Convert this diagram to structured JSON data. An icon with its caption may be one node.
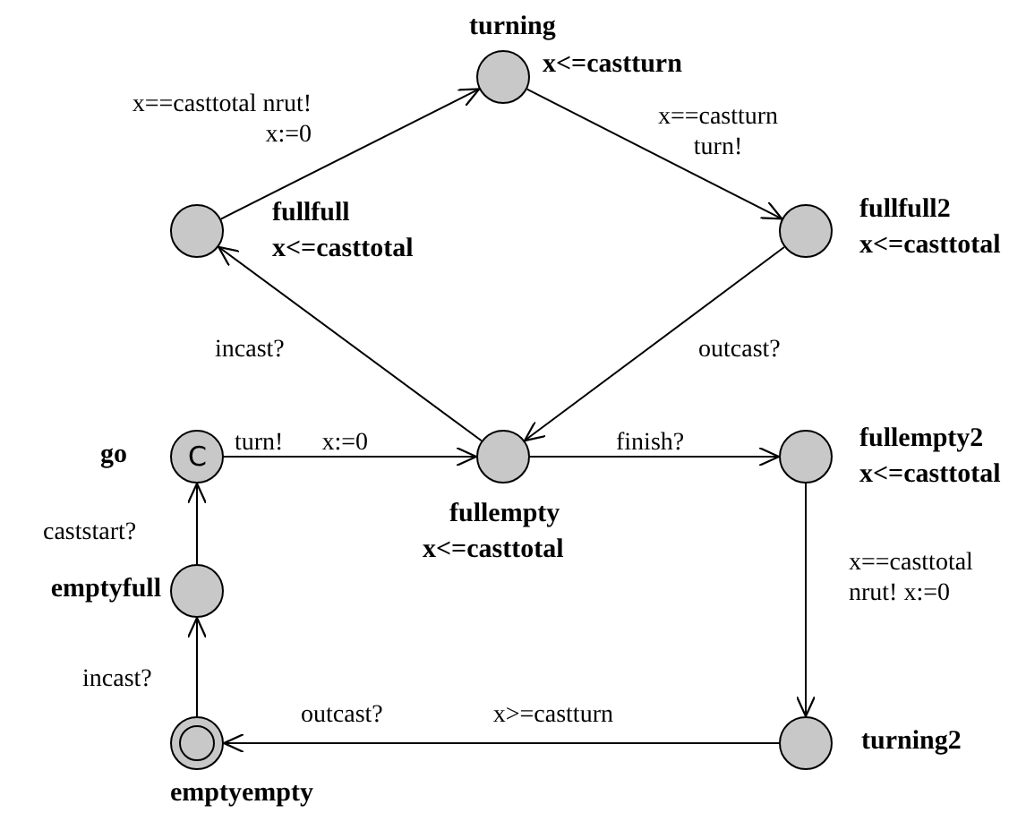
{
  "diagram": {
    "nodes": [
      {
        "text": [
          "turning",
          "x<=castturn"
        ]
      },
      {
        "text": [
          "fullfull",
          "x<=casttotal"
        ]
      },
      {
        "text": [
          "fullfull2",
          "x<=casttotal"
        ]
      },
      {
        "text": [
          "go"
        ]
      },
      {
        "text": [
          "fullempty",
          "x<=casttotal"
        ]
      },
      {
        "text": [
          "fullempty2",
          "x<=casttotal"
        ]
      },
      {
        "text": [
          "emptyfull"
        ]
      },
      {
        "text": [
          "emptyempty"
        ]
      },
      {
        "text": [
          "turning2"
        ]
      }
    ],
    "edges": [
      {
        "from": 1,
        "to": 0,
        "arrow": "to",
        "label": "x==casttotal nrut! x:=0"
      },
      {
        "from": 0,
        "to": 2,
        "arrow": "to",
        "label": "x==castturn turn!"
      },
      {
        "from": 4,
        "to": 1,
        "arrow": "to",
        "label": "incast?"
      },
      {
        "from": 2,
        "to": 4,
        "arrow": "to",
        "label": "outcast?"
      },
      {
        "from": 3,
        "to": 4,
        "arrow": "to",
        "label": "turn! x:=0"
      },
      {
        "from": 4,
        "to": 5,
        "arrow": "to",
        "label": "finish?"
      },
      {
        "from": 5,
        "to": 8,
        "arrow": "to",
        "label": "x==casttotal nrut! x:=0"
      },
      {
        "from": 8,
        "to": 7,
        "arrow": "to",
        "label": "outcast? x>=castturn"
      },
      {
        "from": 7,
        "to": 6,
        "arrow": "to",
        "label": "incast?"
      },
      {
        "from": 6,
        "to": 3,
        "arrow": "to",
        "label": "caststart?"
      }
    ],
    "labels": [
      "C"
    ]
  }
}
